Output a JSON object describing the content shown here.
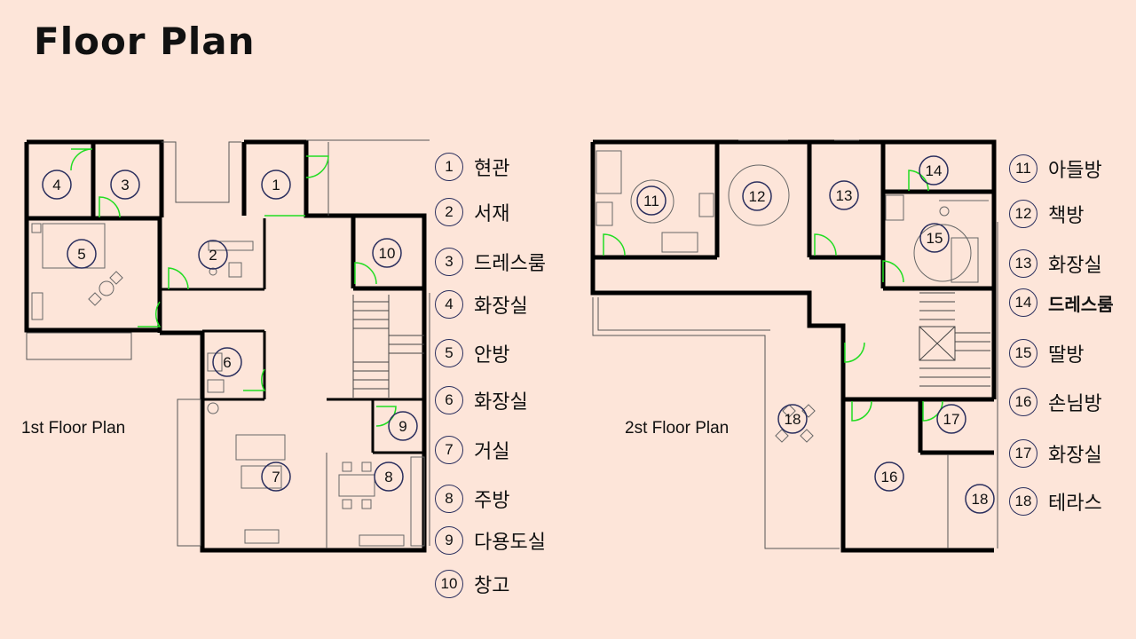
{
  "title": "Floor Plan",
  "floor_labels": {
    "first": "1st Floor Plan",
    "second": "2st Floor Plan"
  },
  "plan_markers": [
    "1",
    "2",
    "3",
    "4",
    "5",
    "6",
    "7",
    "8",
    "9",
    "10",
    "11",
    "12",
    "13",
    "14",
    "15",
    "16",
    "17",
    "18"
  ],
  "plan_marker_18_terrace_side": "18",
  "legend": [
    {
      "num": "1",
      "name": "현관"
    },
    {
      "num": "2",
      "name": "서재"
    },
    {
      "num": "3",
      "name": "드레스룸"
    },
    {
      "num": "4",
      "name": "화장실"
    },
    {
      "num": "5",
      "name": "안방"
    },
    {
      "num": "6",
      "name": "화장실"
    },
    {
      "num": "7",
      "name": "거실"
    },
    {
      "num": "8",
      "name": "주방"
    },
    {
      "num": "9",
      "name": "다용도실"
    },
    {
      "num": "10",
      "name": "창고"
    },
    {
      "num": "11",
      "name": "아들방"
    },
    {
      "num": "12",
      "name": "책방"
    },
    {
      "num": "13",
      "name": "화장실"
    },
    {
      "num": "14",
      "name": "드레스룸"
    },
    {
      "num": "15",
      "name": "딸방"
    },
    {
      "num": "16",
      "name": "손님방"
    },
    {
      "num": "17",
      "name": "화장실"
    },
    {
      "num": "18",
      "name": "테라스"
    }
  ],
  "colors": {
    "background": "#fde5d9",
    "wall": "#000000",
    "door": "#22dd22",
    "marker_ring": "#2b2f5e",
    "furniture": "#666666"
  }
}
